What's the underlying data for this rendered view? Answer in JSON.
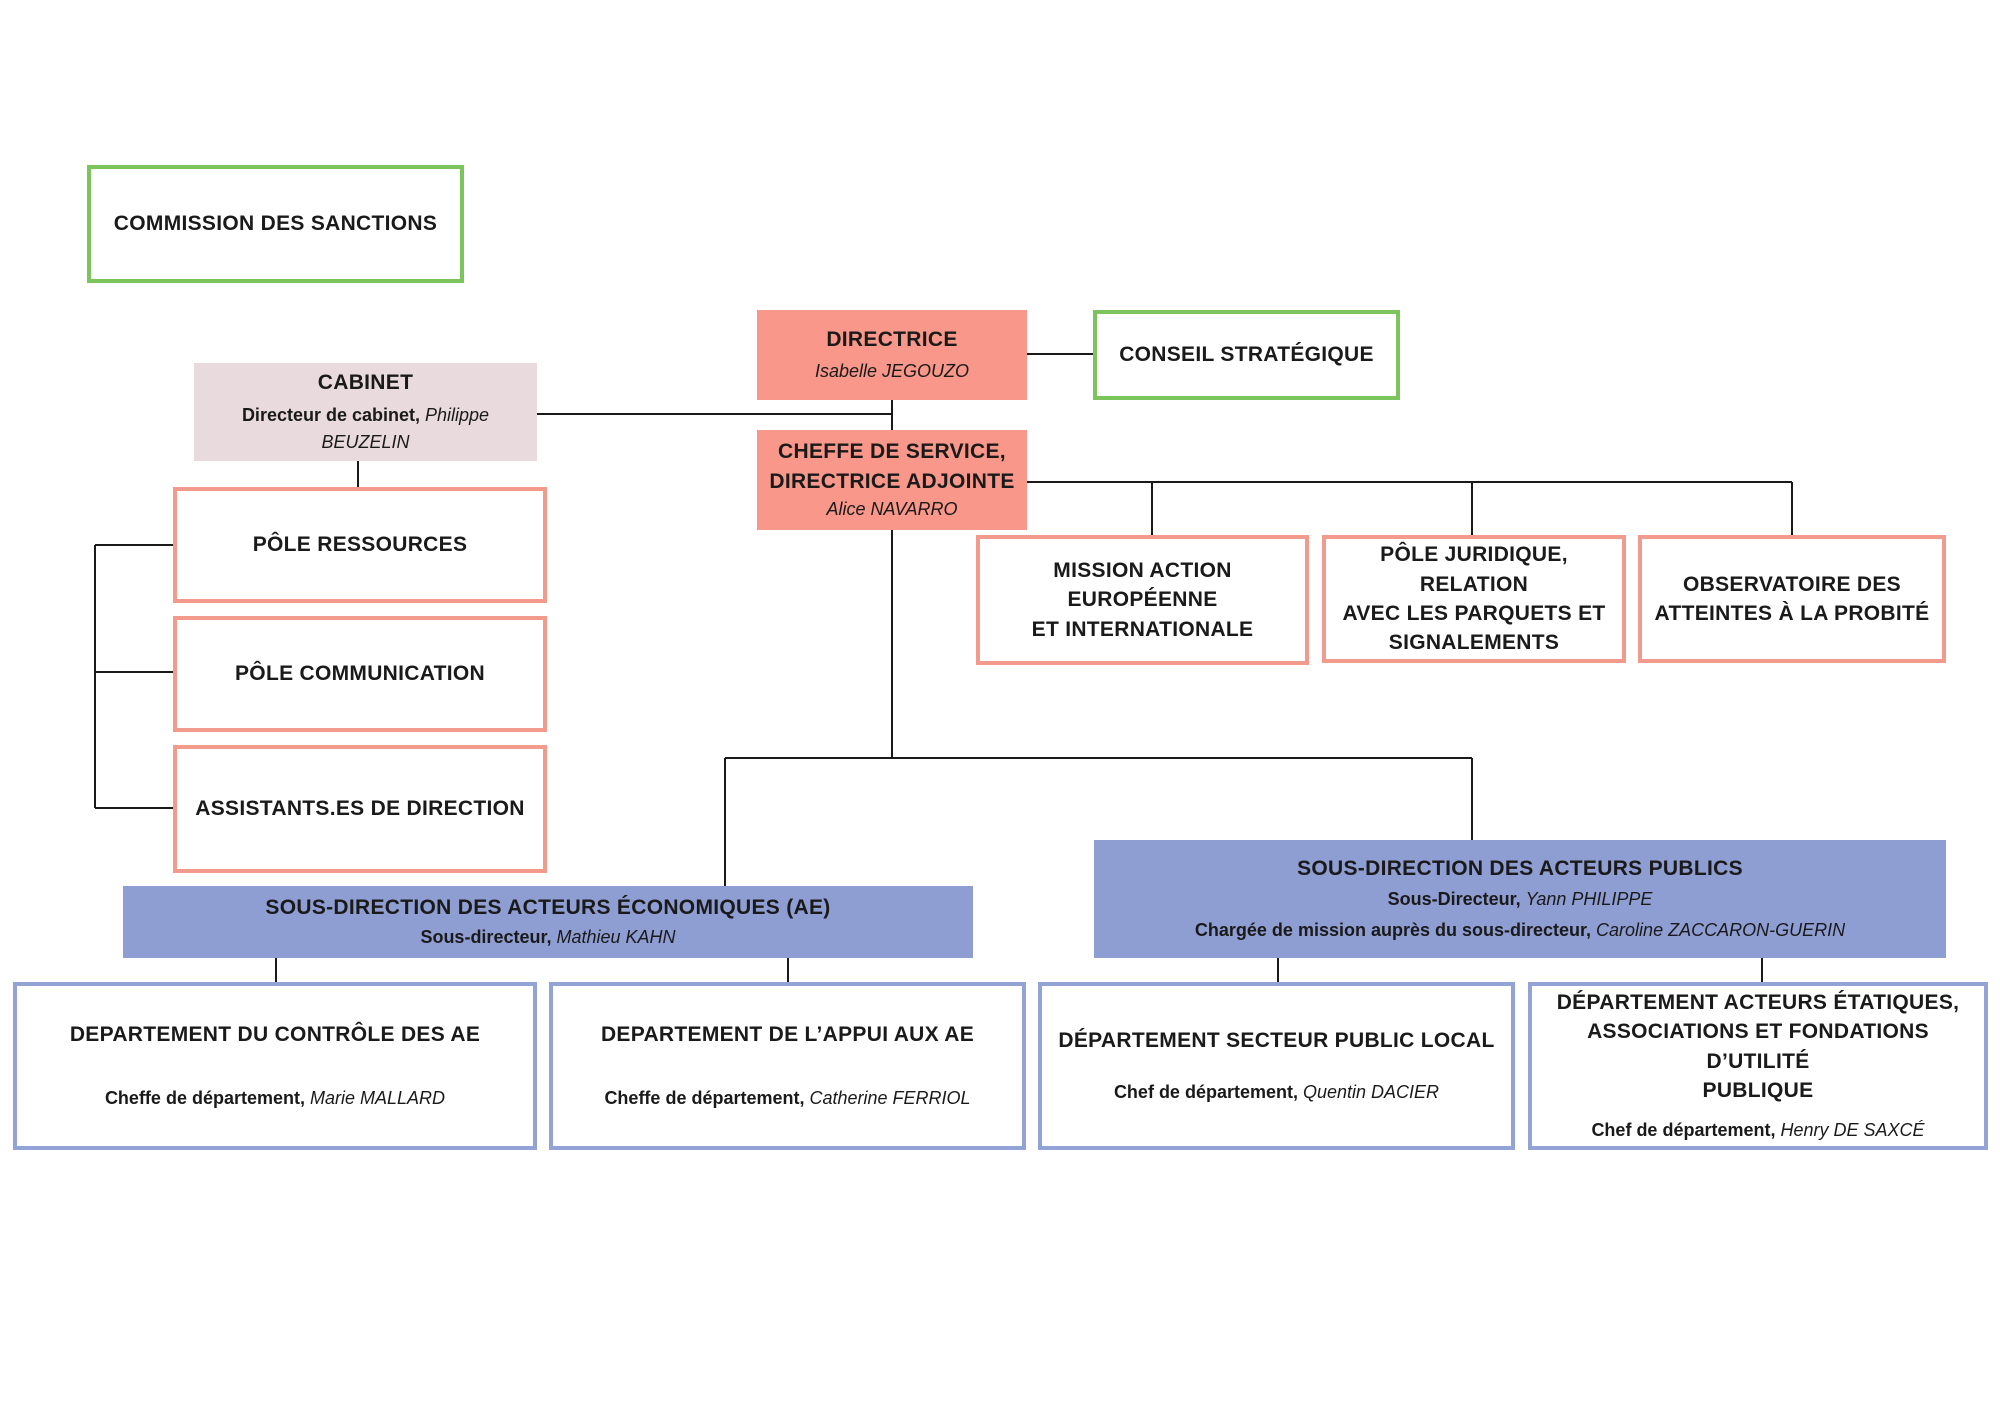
{
  "commission": {
    "title": "COMMISSION DES SANCTIONS"
  },
  "directrice": {
    "title": "DIRECTRICE",
    "name": "Isabelle JEGOUZO"
  },
  "conseil": {
    "title": "CONSEIL STRATÉGIQUE"
  },
  "cabinet": {
    "title": "CABINET",
    "role": "Directeur de cabinet,",
    "name": "Philippe BEUZELIN"
  },
  "cheffe_service": {
    "title_line1": "CHEFFE DE SERVICE,",
    "title_line2": "DIRECTRICE ADJOINTE",
    "name": "Alice NAVARRO"
  },
  "pole_ressources": {
    "title": "PÔLE RESSOURCES"
  },
  "pole_communication": {
    "title": "PÔLE COMMUNICATION"
  },
  "assistants": {
    "title": "ASSISTANTS.ES DE DIRECTION"
  },
  "mission_europe": {
    "title_line1": "MISSION ACTION EUROPÉENNE",
    "title_line2": "ET INTERNATIONALE"
  },
  "pole_juridique": {
    "title_line1": "PÔLE JURIDIQUE, RELATION",
    "title_line2": "AVEC LES PARQUETS ET",
    "title_line3": "SIGNALEMENTS"
  },
  "observatoire": {
    "title_line1": "OBSERVATOIRE DES",
    "title_line2": "ATTEINTES À LA PROBITÉ"
  },
  "sd_ae": {
    "title": "SOUS-DIRECTION DES ACTEURS ÉCONOMIQUES (AE)",
    "role": "Sous-directeur,",
    "name": "Mathieu KAHN"
  },
  "sd_ap": {
    "title": "SOUS-DIRECTION DES ACTEURS PUBLICS",
    "role": "Sous-Directeur,",
    "name": "Yann PHILIPPE",
    "role2": "Chargée de mission auprès du sous-directeur,",
    "name2": "Caroline ZACCARON-GUERIN"
  },
  "dept_controle": {
    "title": "DEPARTEMENT DU CONTRÔLE DES AE",
    "role": "Cheffe de département,",
    "name": "Marie MALLARD"
  },
  "dept_appui": {
    "title": "DEPARTEMENT DE L’APPUI AUX AE",
    "role": "Cheffe de département,",
    "name": "Catherine FERRIOL"
  },
  "dept_local": {
    "title": "DÉPARTEMENT SECTEUR PUBLIC LOCAL",
    "role": "Chef de département,",
    "name": "Quentin DACIER"
  },
  "dept_etat": {
    "title_line1": "DÉPARTEMENT ACTEURS ÉTATIQUES,",
    "title_line2": "ASSOCIATIONS ET FONDATIONS D’UTILITÉ",
    "title_line3": "PUBLIQUE",
    "role": "Chef de département,",
    "name": "Henry DE SAXCÉ"
  },
  "colors": {
    "green_border": "#7cc55c",
    "salmon_border": "#f29a8c",
    "salmon_fill": "#f8978a",
    "pink_fill": "#e9dadd",
    "blue_fill": "#8e9dd2",
    "blue_border": "#94a3d6",
    "connector": "#1a1a1a"
  }
}
